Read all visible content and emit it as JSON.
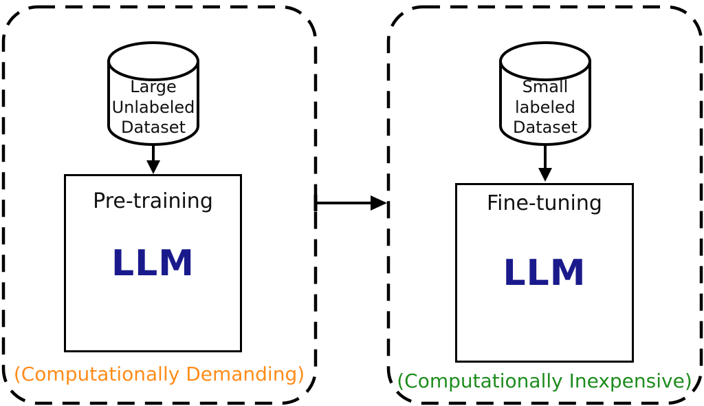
{
  "diagram": {
    "left_group": {
      "dataset": "Large\nUnlabeled\nDataset",
      "process": "Pre-training",
      "model": "LLM",
      "caption": "(Computationally Demanding)",
      "caption_color": "#FF8C1A"
    },
    "right_group": {
      "dataset": "Small\nlabeled\nDataset",
      "process": "Fine-tuning",
      "model": "LLM",
      "caption": "(Computationally Inexpensive)",
      "caption_color": "#1E8C1E"
    },
    "colors": {
      "model_text": "#1A1A8C",
      "outline": "#000000",
      "background": "#FFFFFF"
    }
  }
}
